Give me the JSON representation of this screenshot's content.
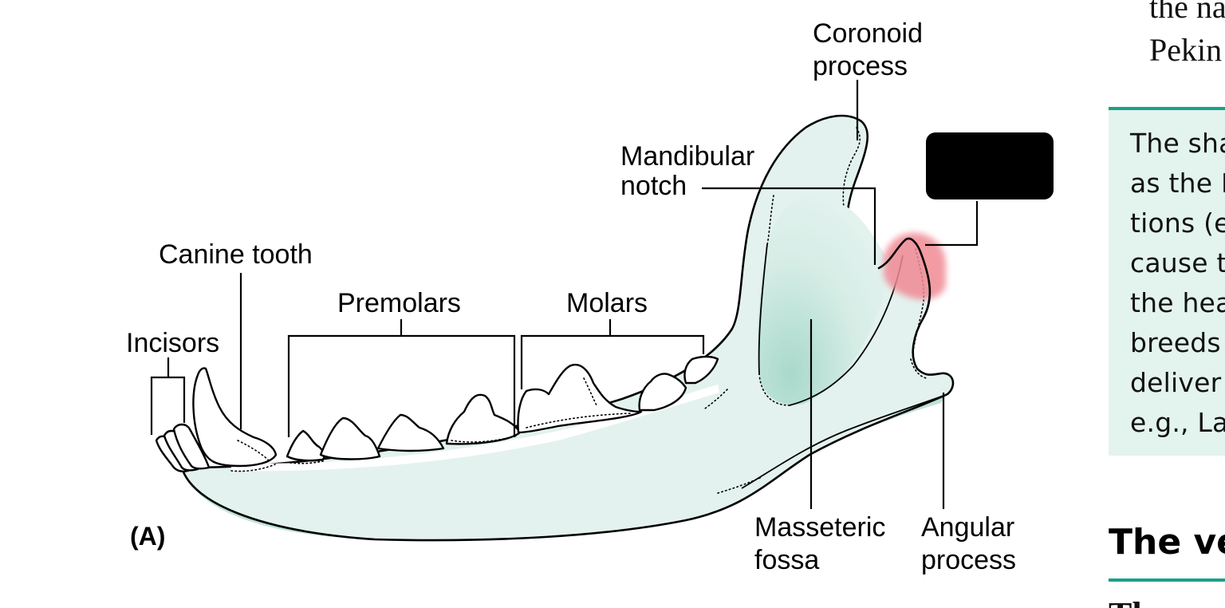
{
  "diagram": {
    "panel_label": "(A)",
    "labels": {
      "coronoid_line1": "Coronoid",
      "coronoid_line2": "process",
      "mandibular_line1": "Mandibular",
      "mandibular_line2": "notch",
      "canine": "Canine tooth",
      "premolars": "Premolars",
      "molars": "Molars",
      "incisors": "Incisors",
      "masseteric_line1": "Masseteric",
      "masseteric_line2": "fossa",
      "angular_line1": "Angular",
      "angular_line2": "process"
    },
    "colors": {
      "bone_fill": "#e3f2ee",
      "bone_shadow": "#bfe3d8",
      "highlight": "#f08a94",
      "redaction": "#000000"
    }
  },
  "book": {
    "top_lines": [
      "the na",
      "Pekin"
    ],
    "box_lines": [
      "The sha",
      "as the E",
      "tions (e",
      "cause t",
      "the hea",
      "breeds",
      "deliver",
      "e.g., La"
    ],
    "heading": "The ve",
    "next_text": "Th"
  },
  "accent_color": "#1aa089"
}
